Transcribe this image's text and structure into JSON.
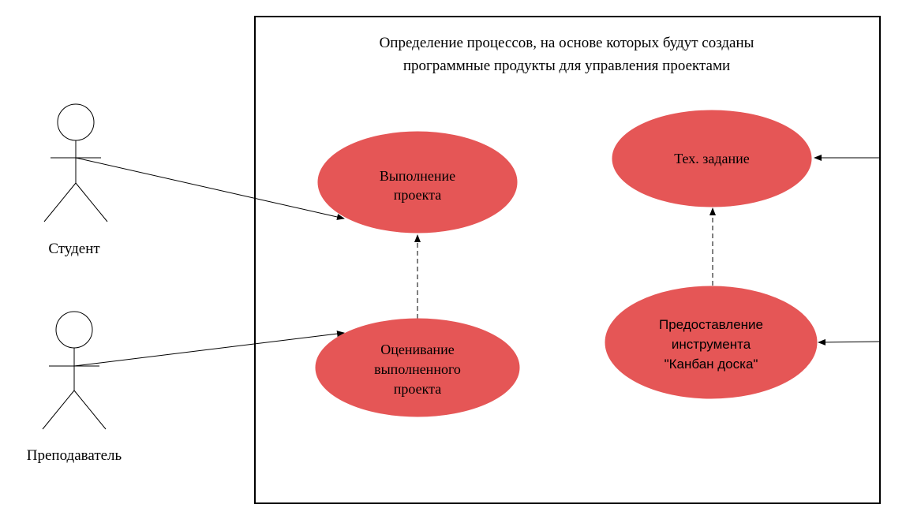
{
  "system": {
    "title_line1": "Определение процессов, на основе которых будут созданы",
    "title_line2": "программные продукты для управления проектами"
  },
  "actors": {
    "student": {
      "label": "Студент"
    },
    "teacher": {
      "label": "Преподаватель"
    }
  },
  "use_cases": {
    "project_execution": {
      "line1": "Выполнение",
      "line2": "проекта"
    },
    "project_evaluation": {
      "line1": "Оценивание",
      "line2": "выполненного",
      "line3": "проекта"
    },
    "tech_spec": {
      "line1": "Тех. задание"
    },
    "kanban_tool": {
      "line1": "Предоставление",
      "line2": "инструмента",
      "line3": "\"Канбан доска\""
    }
  },
  "colors": {
    "use_case_fill": "#e55656",
    "stroke": "#000000",
    "background": "#ffffff"
  }
}
